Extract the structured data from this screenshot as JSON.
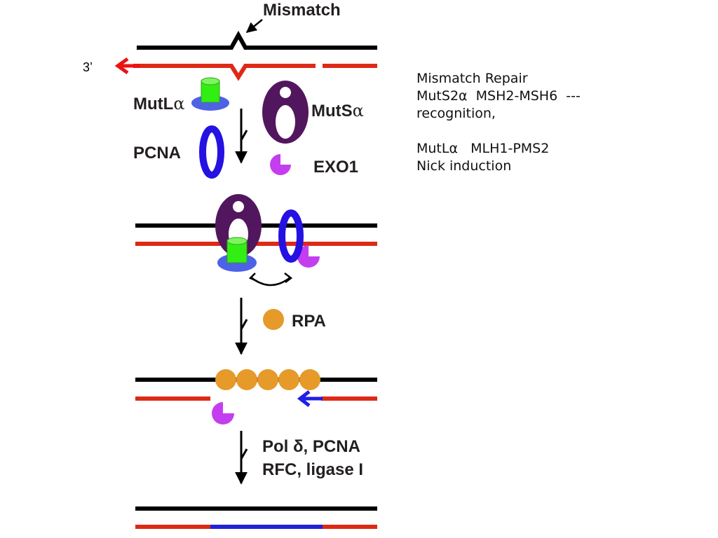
{
  "diagram": {
    "mismatch_label": "Mismatch",
    "three_prime_label": "3’",
    "mutl_label": "MutLα",
    "mutl_prefix": "MutL",
    "mutl_alpha": "α",
    "muts_prefix": "MutS",
    "muts_alpha": "α",
    "pcna_label": "PCNA",
    "exo1_label": "EXO1",
    "rpa_label": "RPA",
    "pol_line1": "Pol δ, PCNA",
    "pol_line2": "RFC, ligase I",
    "colors": {
      "template_strand": "#000000",
      "nascent_strand": "#dd2a16",
      "repaired_strand": "#2323d6",
      "mutl": "#33ee12",
      "mutl_base": "#4e62e6",
      "muts": "#52165e",
      "pcna": "#2511e2",
      "exo1": "#c43ef0",
      "rpa": "#e59a2a",
      "red_arrow": "#ee1111",
      "blue_arrow": "#1f1fe6"
    }
  },
  "notes": {
    "lines": [
      "Mismatch Repair",
      "MutS2α  MSH2-MSH6  ---",
      "recognition,",
      "",
      "MutLα   MLH1-PMS2",
      "Nick induction"
    ]
  }
}
